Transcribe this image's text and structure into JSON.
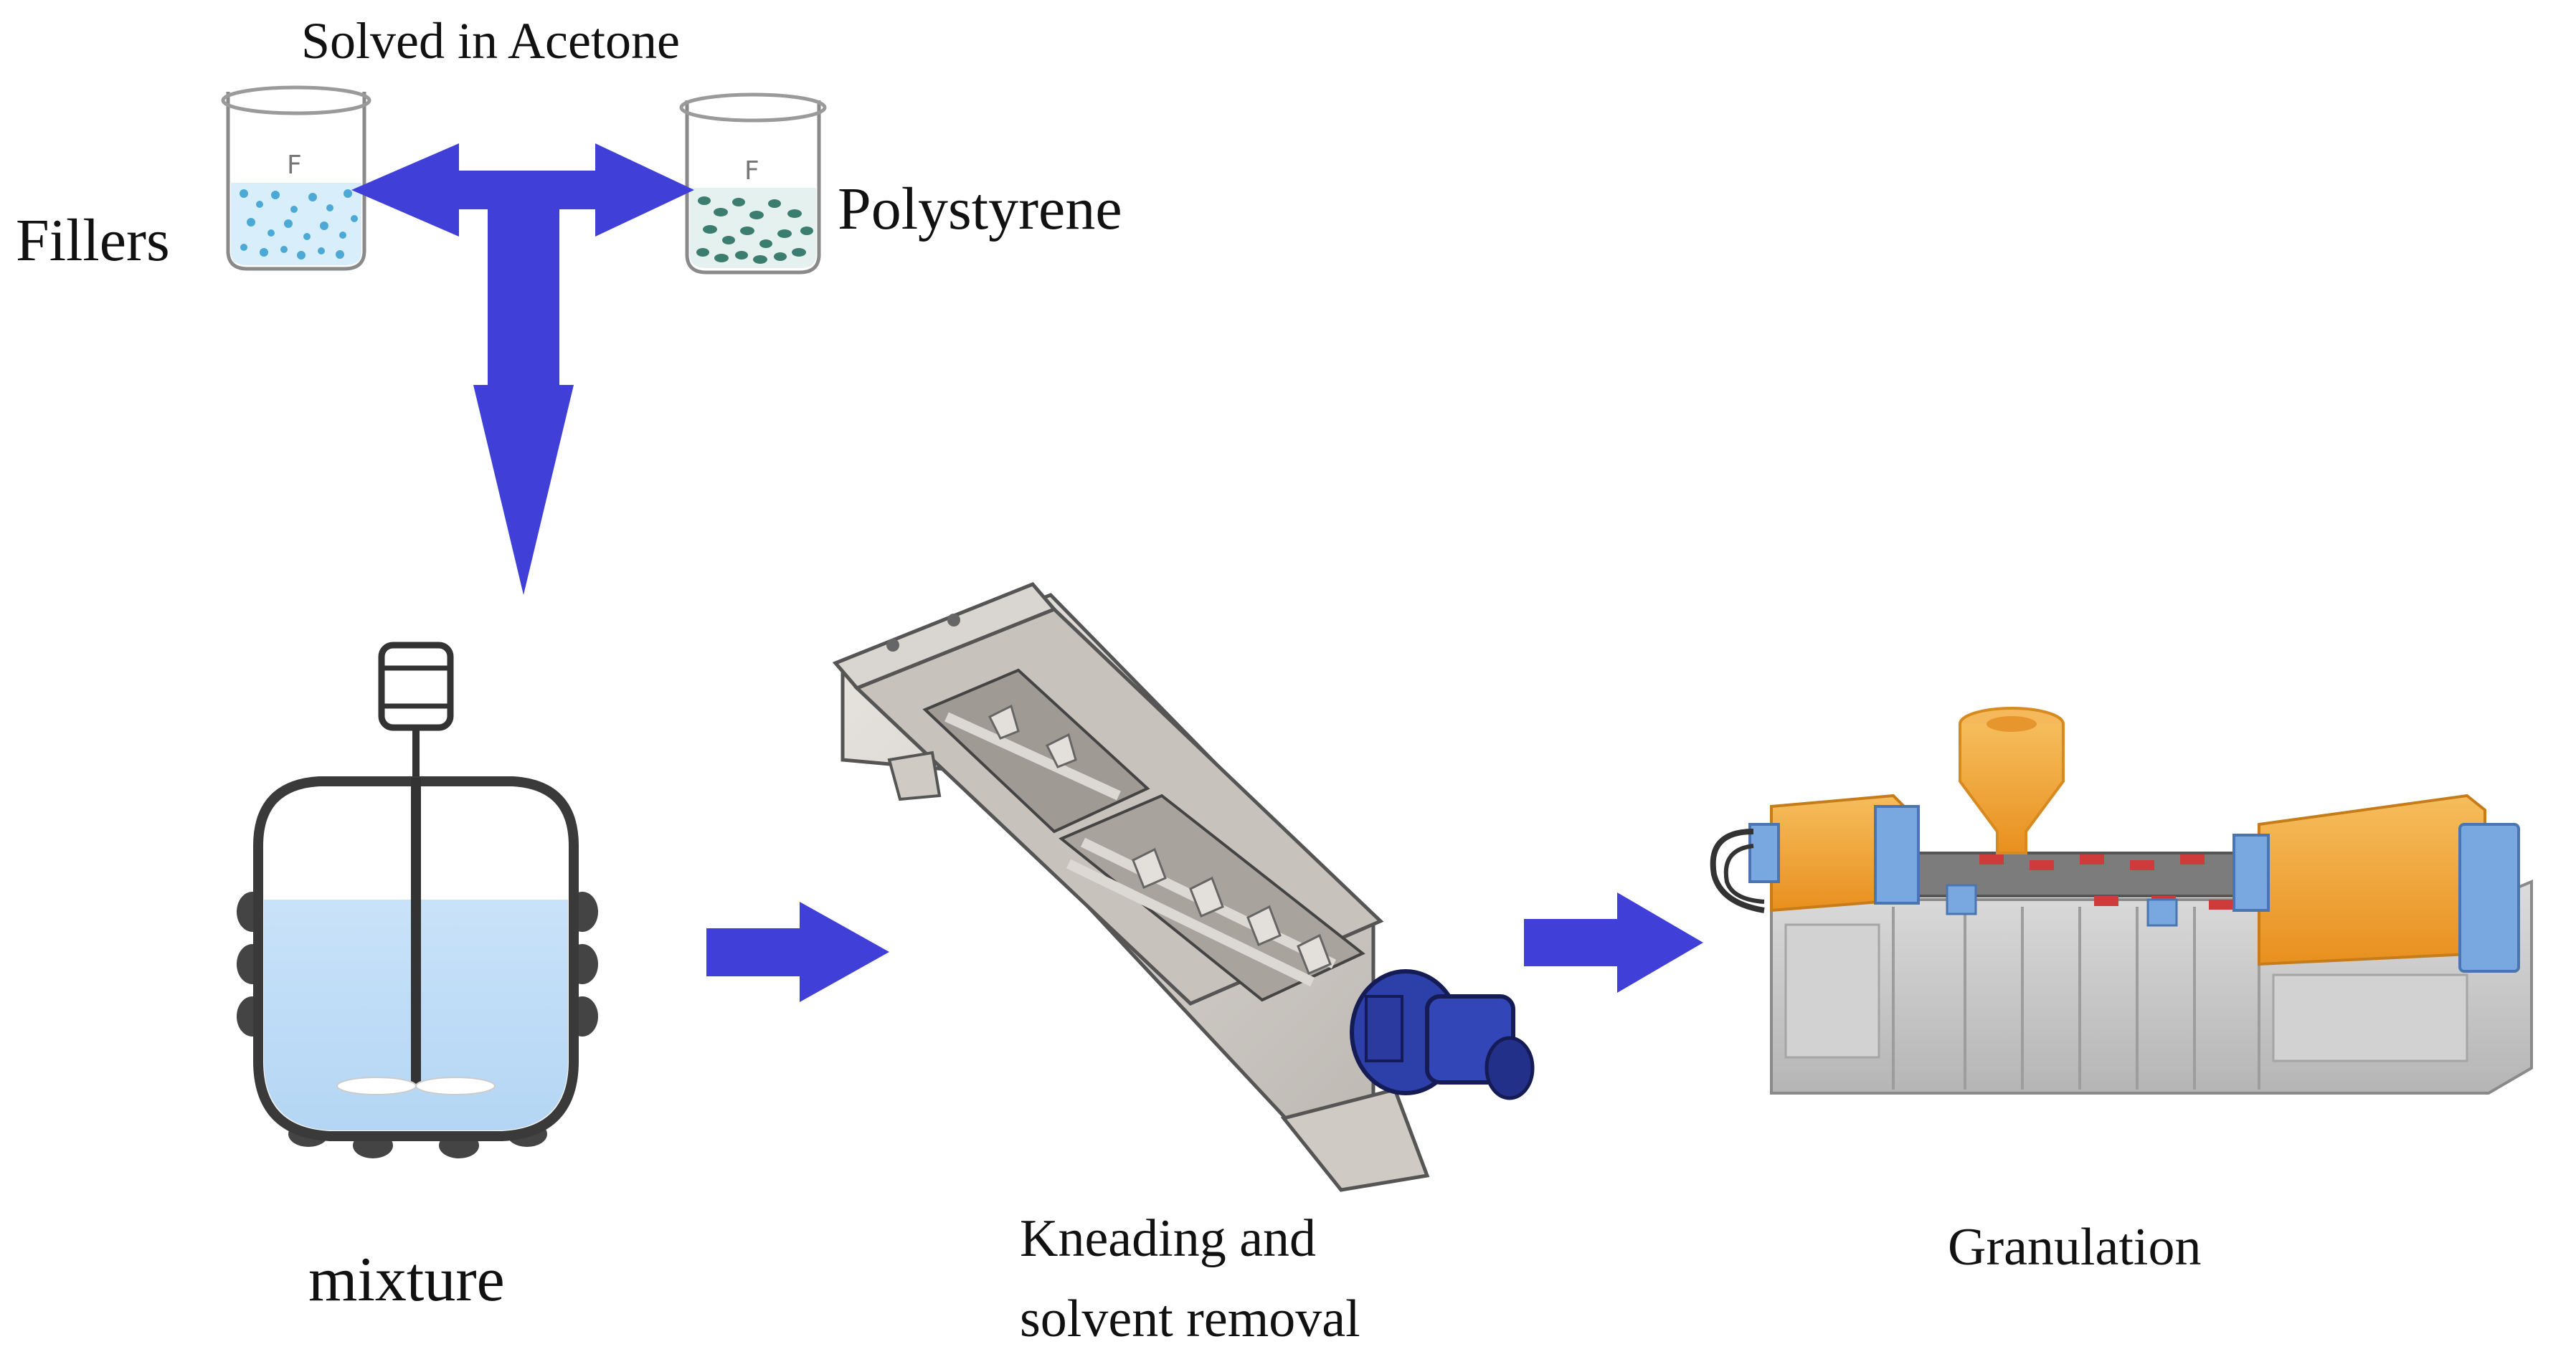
{
  "labels": {
    "solved": "Solved in Acetone",
    "fillers": "Fillers",
    "polystyrene": "Polystyrene",
    "mixture": "mixture",
    "kneading_line1": "Kneading and",
    "kneading_line2": "solvent removal",
    "granulation": "Granulation"
  },
  "colors": {
    "arrow": "#4040d8",
    "liquid": "#cfe6fb",
    "orange": "#f0a53b",
    "machine_gray": "#c9c9c9",
    "motor_blue": "#2d3fa8",
    "panel_blue": "#79a7e0"
  }
}
